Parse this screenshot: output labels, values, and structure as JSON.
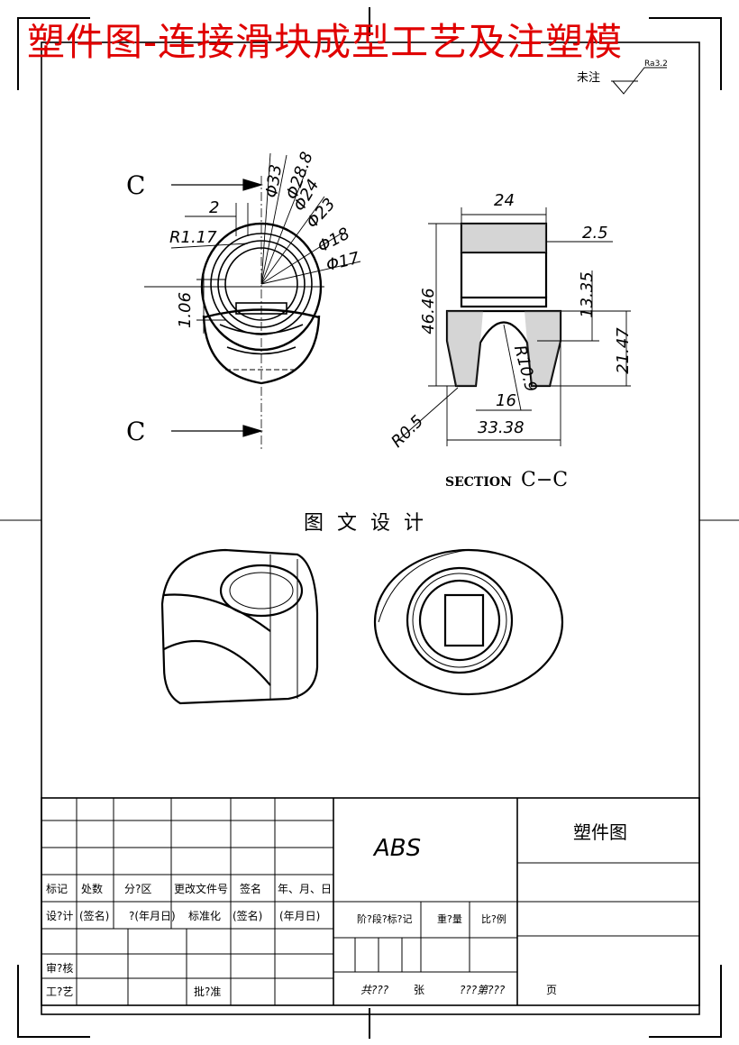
{
  "banner_title": "塑件图-连接滑块成型工艺及注塑模",
  "surface": {
    "note": "未注",
    "ra": "Ra3.2"
  },
  "section_markers": {
    "top": "C",
    "bottom": "C"
  },
  "section_caption": {
    "word": "SECTION",
    "letters": "C−C"
  },
  "view_caption": "图 文 设 计",
  "front_view_dims": {
    "d33": "Φ33",
    "d28_8": "Φ28.8",
    "d24": "Φ24",
    "d23": "Φ23",
    "d18": "Φ18",
    "d17": "Φ17",
    "w2": "2",
    "r1_17": "R1.17",
    "h1_06": "1.06"
  },
  "section_view_dims": {
    "w24": "24",
    "t2_5": "2.5",
    "h46_46": "46.46",
    "h13_35": "13.35",
    "h21_47": "21.47",
    "r10_9": "R10.9",
    "w16": "16",
    "w33_38": "33.38",
    "r0_5": "R0.5"
  },
  "title_block": {
    "material": "ABS",
    "drawing_name": "塑件图",
    "row_labels": [
      "标记",
      "处数",
      "分?区",
      "更改文件号",
      "签名",
      "年、月、日"
    ],
    "row_design": [
      "设?计",
      "(签名)",
      "?(年月日)",
      "标准化",
      "(签名)",
      "(年月日)"
    ],
    "stage_labels": [
      "阶?段?标?记",
      "重?量",
      "比?例"
    ],
    "review": "审?核",
    "process": "工?艺",
    "approve": "批?准",
    "total": "共???",
    "sheets": "张",
    "page_no": "???第???",
    "page": "页"
  }
}
